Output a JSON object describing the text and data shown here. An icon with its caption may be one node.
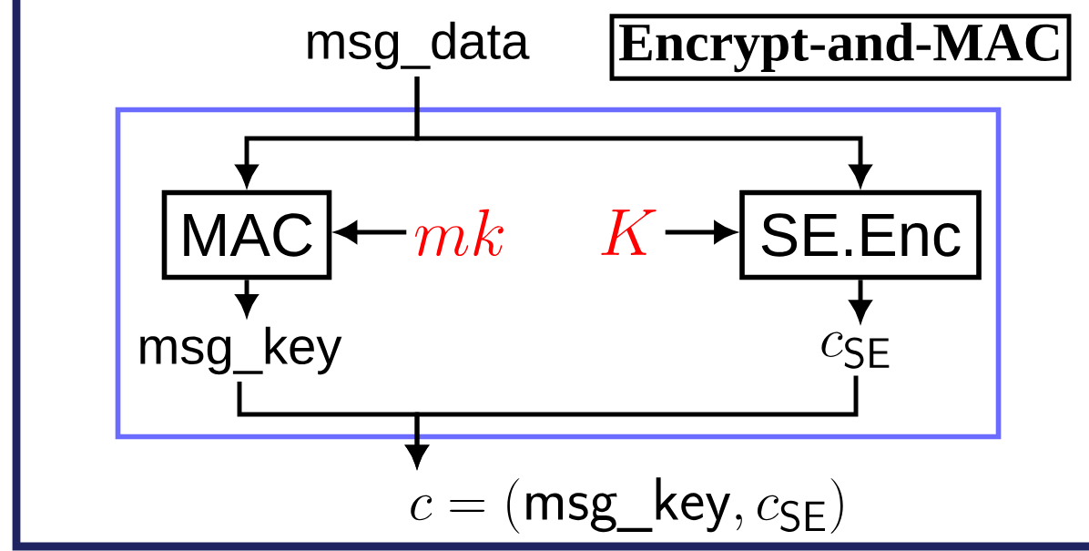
{
  "diagram": {
    "nodes": [
      {
        "text": [
          "msg_data"
        ]
      },
      {
        "text": [
          "Encrypt-and-MAC"
        ]
      },
      {
        "text": [],
        "shape": "box"
      },
      {
        "text": [
          "MAC"
        ],
        "in": 2
      },
      {
        "text": [
          "mk"
        ],
        "in": 2
      },
      {
        "text": [
          "K"
        ],
        "in": 2
      },
      {
        "text": [
          "SE.Enc"
        ],
        "in": 2
      },
      {
        "text": [
          "msg_key"
        ],
        "in": 2
      },
      {
        "text": [
          "c_{\\mathsf{SE}}"
        ],
        "in": 2
      },
      {
        "text": [
          "c = (\\mathsf{msg\\_key}, c_{\\mathsf{SE}})"
        ]
      }
    ],
    "edges": [
      {
        "from": 0,
        "to": 3,
        "arrow": "to"
      },
      {
        "from": 0,
        "to": 6,
        "arrow": "to"
      },
      {
        "from": 4,
        "to": 3,
        "arrow": "to"
      },
      {
        "from": 5,
        "to": 6,
        "arrow": "to"
      },
      {
        "from": 3,
        "to": 7,
        "arrow": "to"
      },
      {
        "from": 6,
        "to": 8,
        "arrow": "to"
      },
      {
        "from": 7,
        "to": 9,
        "arrow": "to"
      },
      {
        "from": 8,
        "to": 9,
        "arrow": "to"
      }
    ]
  }
}
